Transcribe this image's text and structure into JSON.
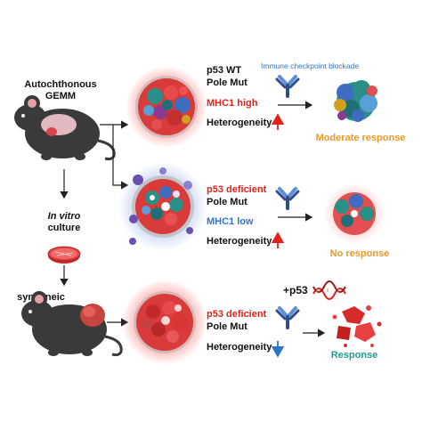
{
  "left": {
    "gemm_line1": "Autochthonous",
    "gemm_line2": "GEMM",
    "invitro_line1": "In vitro",
    "invitro_line2": "culture",
    "syngeneic": "syngeneic"
  },
  "rows": [
    {
      "p53": "p53 WT",
      "pole": "Pole Mut",
      "mhc": "MHC1 high",
      "heterogeneity": "Heterogeneity",
      "heterogeneity_trend": "up",
      "treatment": "Immune checkpoint blockade",
      "outcome": "Moderate response"
    },
    {
      "p53": "p53 deficient",
      "pole": "Pole Mut",
      "mhc": "MHC1 low",
      "heterogeneity": "Heterogeneity",
      "heterogeneity_trend": "up",
      "outcome": "No response"
    },
    {
      "p53": "p53 deficient",
      "pole": "Pole Mut",
      "heterogeneity": "Heterogeneity",
      "heterogeneity_trend": "down",
      "added": "+p53",
      "outcome": "Response"
    }
  ],
  "colors": {
    "red": "#e0221b",
    "blue": "#2e75c8",
    "orange": "#e79a2a",
    "teal": "#1e9e8e",
    "mouse": "#3a3a3a"
  }
}
